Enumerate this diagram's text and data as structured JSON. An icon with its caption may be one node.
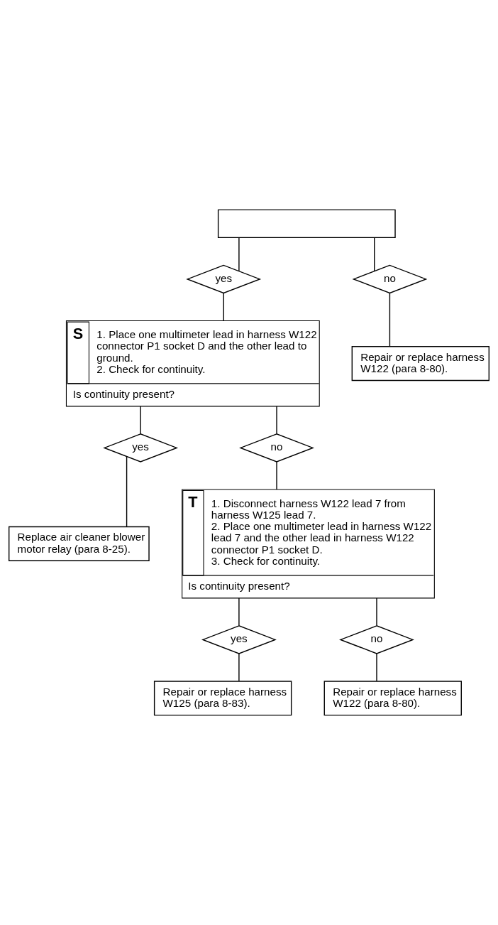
{
  "diagram": {
    "nodes": [
      {
        "text": [],
        "shape": "box"
      },
      {
        "text": [
          "yes"
        ]
      },
      {
        "text": [
          "no"
        ]
      },
      {
        "text": [
          "Repair or replace harness W122 (para 8-80)."
        ]
      },
      {
        "text": [
          "S",
          "1. Place one multimeter lead in harness W122 connector P1 socket D and the other lead to ground.",
          "2. Check for continuity.",
          "Is continuity present?"
        ]
      },
      {
        "text": [
          "yes"
        ]
      },
      {
        "text": [
          "no"
        ]
      },
      {
        "text": [
          "Replace air cleaner blower motor relay (para 8-25)."
        ]
      },
      {
        "text": [
          "T",
          "1. Disconnect harness W122 lead 7 from harness W125 lead 7.",
          "2. Place one multimeter lead in harness W122 lead 7 and the other lead in harness W122 connector P1 socket D.",
          "3. Check for continuity.",
          "Is continuity present?"
        ]
      },
      {
        "text": [
          "yes"
        ]
      },
      {
        "text": [
          "no"
        ]
      },
      {
        "text": [
          "Repair or replace harness W125 (para 8-83)."
        ]
      },
      {
        "text": [
          "Repair or replace harness W122 (para 8-80)."
        ]
      }
    ],
    "edges": [
      {
        "from": 0,
        "to": 1,
        "arrow": "none"
      },
      {
        "from": 0,
        "to": 2,
        "arrow": "none"
      },
      {
        "from": 1,
        "to": 4,
        "arrow": "none"
      },
      {
        "from": 2,
        "to": 3,
        "arrow": "none"
      },
      {
        "from": 4,
        "to": 5,
        "arrow": "none"
      },
      {
        "from": 4,
        "to": 6,
        "arrow": "none"
      },
      {
        "from": 5,
        "to": 7,
        "arrow": "none"
      },
      {
        "from": 6,
        "to": 8,
        "arrow": "none"
      },
      {
        "from": 8,
        "to": 9,
        "arrow": "none"
      },
      {
        "from": 8,
        "to": 10,
        "arrow": "none"
      },
      {
        "from": 9,
        "to": 11,
        "arrow": "none"
      },
      {
        "from": 10,
        "to": 12,
        "arrow": "none"
      }
    ]
  }
}
